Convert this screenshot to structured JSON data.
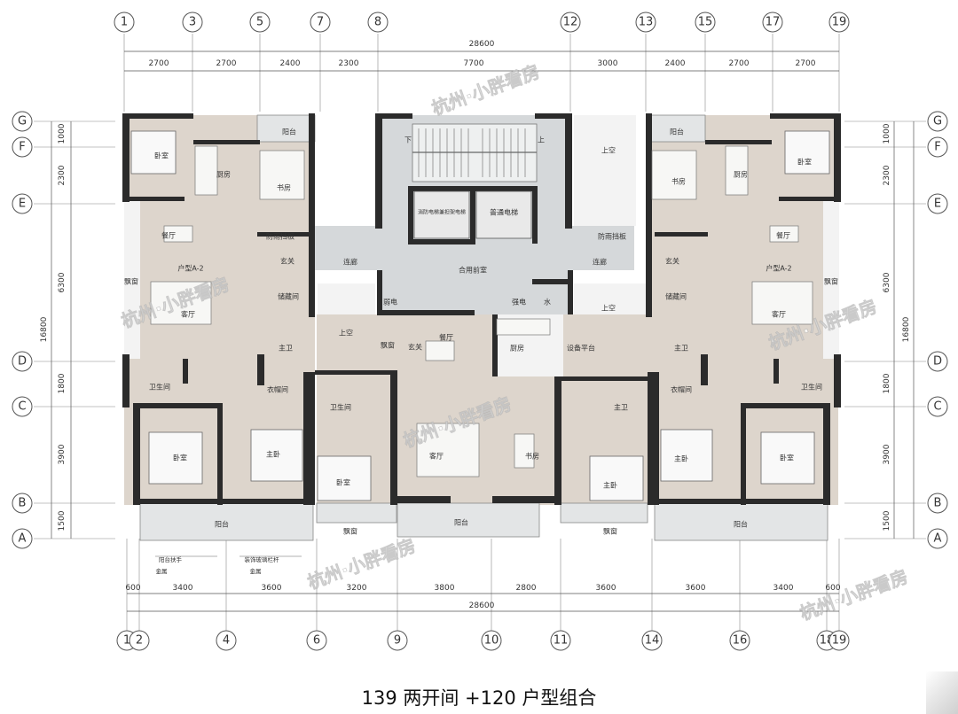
{
  "caption": "139 两开间 +120  户型组合",
  "axes": {
    "top": [
      "1",
      "3",
      "5",
      "7",
      "8",
      "12",
      "13",
      "15",
      "17",
      "19"
    ],
    "bottom": [
      "1",
      "2",
      "4",
      "6",
      "9",
      "10",
      "11",
      "14",
      "16",
      "18",
      "19"
    ],
    "left": [
      "G",
      "F",
      "E",
      "D",
      "C",
      "B",
      "A"
    ],
    "right": [
      "G",
      "F",
      "E",
      "D",
      "C",
      "B",
      "A"
    ]
  },
  "dimensions": {
    "top_total": "28600",
    "top": [
      "2700",
      "2700",
      "2400",
      "2300",
      "7700",
      "3000",
      "2400",
      "2700",
      "2700"
    ],
    "bottom_total": "28600",
    "bottom": [
      "600",
      "3400",
      "3600",
      "3200",
      "3800",
      "2800",
      "3600",
      "3600",
      "3400",
      "600"
    ],
    "vertical_total": "16800",
    "vertical": [
      "1000",
      "2300",
      "6300",
      "1800",
      "3900",
      "1500"
    ]
  },
  "rooms": {
    "left_unit": {
      "type": "户型A-2",
      "bedroom_nw": "卧室",
      "kitchen": "厨房",
      "study_small": "书房",
      "balcony_top": "阳台",
      "dining": "餐厅",
      "fire_door": "防雨挡板",
      "entry": "玄关",
      "living": "客厅",
      "storage": "储藏间",
      "bay_window": "飘窗",
      "master_bath": "主卫",
      "bathroom": "卫生间",
      "closet": "衣帽间",
      "bedroom_sw": "卧室",
      "master_bedroom": "主卧",
      "balcony_bottom": "阳台"
    },
    "right_unit": {
      "type": "户型A-2",
      "bedroom_ne": "卧室",
      "kitchen": "厨房",
      "study_small": "书房",
      "balcony_top": "阳台",
      "dining": "餐厅",
      "fire_door": "防雨挡板",
      "entry": "玄关",
      "living": "客厅",
      "storage": "储藏间",
      "bay_window": "飘窗",
      "master_bath": "主卫",
      "bathroom": "卫生间",
      "closet": "衣帽间",
      "bedroom_se": "卧室",
      "master_bedroom": "主卧",
      "balcony_bottom": "阳台"
    },
    "core": {
      "corridor_left": "连廊",
      "corridor_right": "连廊",
      "lobby": "合用前室",
      "fire_elevator": "消防电梯兼担架电梯",
      "elevator": "普通电梯",
      "power_room": "弱电",
      "strong_power": "强电",
      "water": "水",
      "void_left": "上空",
      "void_right": "上空",
      "void_top": "上空",
      "stair_up": "上",
      "stair_down": "下"
    },
    "middle_unit": {
      "entry": "玄关",
      "dining": "餐厅",
      "kitchen": "厨房",
      "equipment": "设备平台",
      "bathroom": "卫生间",
      "living": "客厅",
      "study": "书房",
      "master_bath": "主卫",
      "bedroom": "卧室",
      "master_bedroom": "主卧",
      "bay_left": "飘窗",
      "bay_right": "飘窗",
      "balcony": "阳台",
      "bay_small": "飘窗"
    }
  },
  "notes": {
    "rail1": "阳台扶手",
    "rail1_sub": "金属",
    "rail2": "装饰玻璃栏杆",
    "rail2_sub": "金属"
  },
  "watermarks": [
    "杭州·小胖看房",
    "杭州·小胖看房",
    "杭州·小胖看房",
    "杭州·小胖看房",
    "杭州·小胖看房",
    "杭州·小胖看房"
  ]
}
